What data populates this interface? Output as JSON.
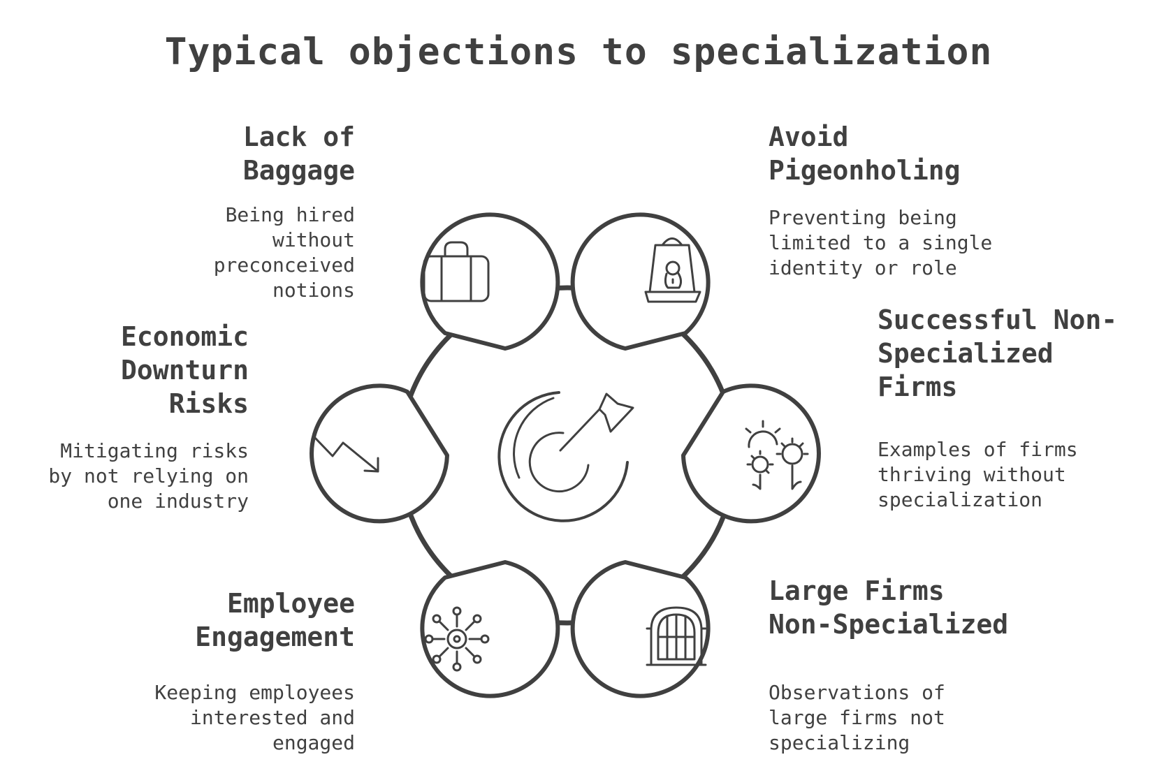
{
  "title": "Typical objections to specialization",
  "center": {
    "icon": "target-arrow-icon"
  },
  "items": [
    {
      "heading": "Lack of\nBaggage",
      "description": "Being hired\nwithout\npreconceived\nnotions",
      "icon": "suitcase-icon"
    },
    {
      "heading": "Avoid\nPigeonholing",
      "description": "Preventing being\nlimited to a single\nidentity or role",
      "icon": "bird-in-cage-icon"
    },
    {
      "heading": "Economic\nDownturn\nRisks",
      "description": "Mitigating risks\nby not relying on\none industry",
      "icon": "trend-down-arrow-icon"
    },
    {
      "heading": "Successful Non-\nSpecialized\nFirms",
      "description": "Examples of firms\nthriving without\nspecialization",
      "icon": "sunflowers-icon"
    },
    {
      "heading": "Employee\nEngagement",
      "description": "Keeping employees\ninterested and\nengaged",
      "icon": "network-hub-icon"
    },
    {
      "heading": "Large Firms\nNon-Specialized",
      "description": "Observations of\nlarge firms not\nspecializing",
      "icon": "arched-window-icon"
    }
  ],
  "colors": {
    "stroke": "#404040",
    "background": "#ffffff"
  }
}
